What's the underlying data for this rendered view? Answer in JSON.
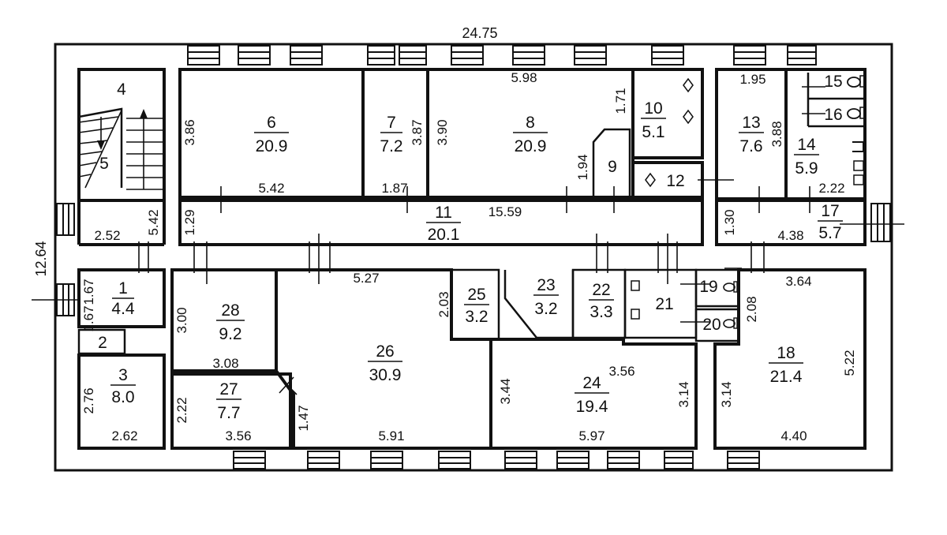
{
  "overall": {
    "width": "24.75",
    "depth": "12.64"
  },
  "rooms": [
    {
      "id": "room-1",
      "number": "1",
      "area": "4.4"
    },
    {
      "id": "room-2",
      "number": "2",
      "area": ""
    },
    {
      "id": "room-3",
      "number": "3",
      "area": "8.0"
    },
    {
      "id": "room-4",
      "number": "4",
      "area": ""
    },
    {
      "id": "room-5",
      "number": "5",
      "area": ""
    },
    {
      "id": "room-6",
      "number": "6",
      "area": "20.9"
    },
    {
      "id": "room-7",
      "number": "7",
      "area": "7.2"
    },
    {
      "id": "room-8",
      "number": "8",
      "area": "20.9"
    },
    {
      "id": "room-9",
      "number": "9",
      "area": ""
    },
    {
      "id": "room-10",
      "number": "10",
      "area": "5.1"
    },
    {
      "id": "room-11",
      "number": "11",
      "area": "20.1"
    },
    {
      "id": "room-12",
      "number": "12",
      "area": ""
    },
    {
      "id": "room-13",
      "number": "13",
      "area": "7.6"
    },
    {
      "id": "room-14",
      "number": "14",
      "area": "5.9"
    },
    {
      "id": "room-15",
      "number": "15",
      "area": ""
    },
    {
      "id": "room-16",
      "number": "16",
      "area": ""
    },
    {
      "id": "room-17",
      "number": "17",
      "area": "5.7"
    },
    {
      "id": "room-18",
      "number": "18",
      "area": "21.4"
    },
    {
      "id": "room-19",
      "number": "19",
      "area": ""
    },
    {
      "id": "room-20",
      "number": "20",
      "area": ""
    },
    {
      "id": "room-21",
      "number": "21",
      "area": ""
    },
    {
      "id": "room-22",
      "number": "22",
      "area": "3.3"
    },
    {
      "id": "room-23",
      "number": "23",
      "area": "3.2"
    },
    {
      "id": "room-24",
      "number": "24",
      "area": "19.4"
    },
    {
      "id": "room-25",
      "number": "25",
      "area": "3.2"
    },
    {
      "id": "room-26",
      "number": "26",
      "area": "30.9"
    },
    {
      "id": "room-27",
      "number": "27",
      "area": "7.7"
    },
    {
      "id": "room-28",
      "number": "28",
      "area": "9.2"
    }
  ],
  "dimensions": [
    "3.86",
    "5.42",
    "3.87",
    "1.87",
    "3.90",
    "5.98",
    "1.71",
    "1.94",
    "1.95",
    "3.88",
    "2.22",
    "15.59",
    "1.29",
    "5.42",
    "2.52",
    "1.30",
    "4.38",
    "3.64",
    "2.08",
    "5.22",
    "3.14",
    "4.40",
    "3.56",
    "3.14",
    "5.97",
    "3.44",
    "2.03",
    "5.27",
    "5.91",
    "1.47",
    "3.08",
    "3.00",
    "2.22",
    "3.56",
    "2.76",
    "2.62",
    "1.67",
    "1.67"
  ]
}
